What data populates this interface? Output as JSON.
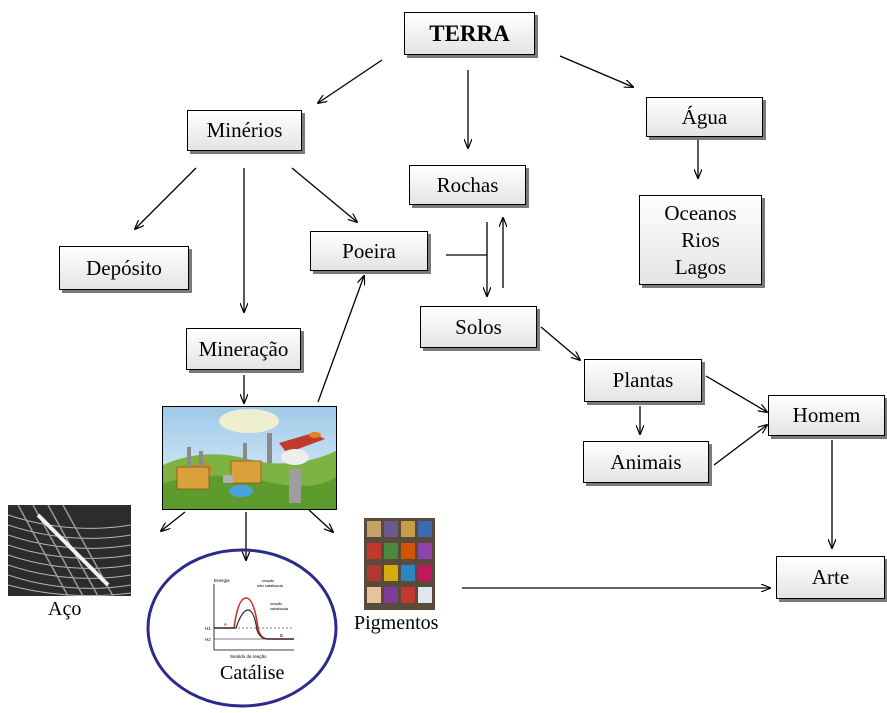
{
  "nodes": {
    "terra": "TERRA",
    "minerios": "Minérios",
    "agua": "Água",
    "rochas": "Rochas",
    "oceanos": [
      "Oceanos",
      "Rios",
      "Lagos"
    ],
    "deposito": "Depósito",
    "poeira": "Poeira",
    "solos": "Solos",
    "mineracao": "Mineração",
    "plantas": "Plantas",
    "homem": "Homem",
    "animais": "Animais",
    "arte": "Arte"
  },
  "captions": {
    "aco": "Aço",
    "pigmentos": "Pigmentos",
    "catalise": "Catálise"
  },
  "catalysis_graph": {
    "ylabel": "Energia",
    "label_uncatalyzed": [
      "reação",
      "não catalisada"
    ],
    "label_catalyzed": [
      "reação",
      "catalisada"
    ],
    "h1": "H1",
    "h2": "H2",
    "a": "A",
    "b": "B",
    "xlabel": "Sentido da reação"
  },
  "colors": {
    "ellipse": "#2b2b8c",
    "box_border": "#000000",
    "box_shadow": "#7a7a7a",
    "uncatalyzed_curve": "#d0302a",
    "catalyzed_curve": "#2a2a2a"
  }
}
